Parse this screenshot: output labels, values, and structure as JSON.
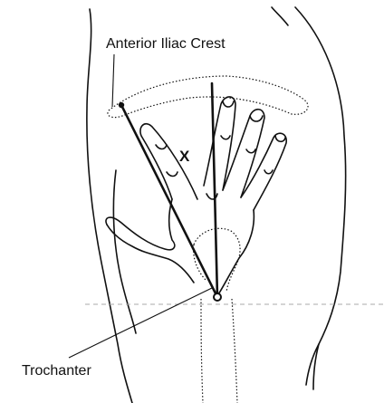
{
  "labels": {
    "iliac_crest": "Anterior Iliac Crest",
    "trochanter": "Trochanter",
    "angle_marker": "X"
  },
  "colors": {
    "ink": "#111111",
    "background": "#ffffff",
    "guide_line": "#aaaaaa"
  }
}
